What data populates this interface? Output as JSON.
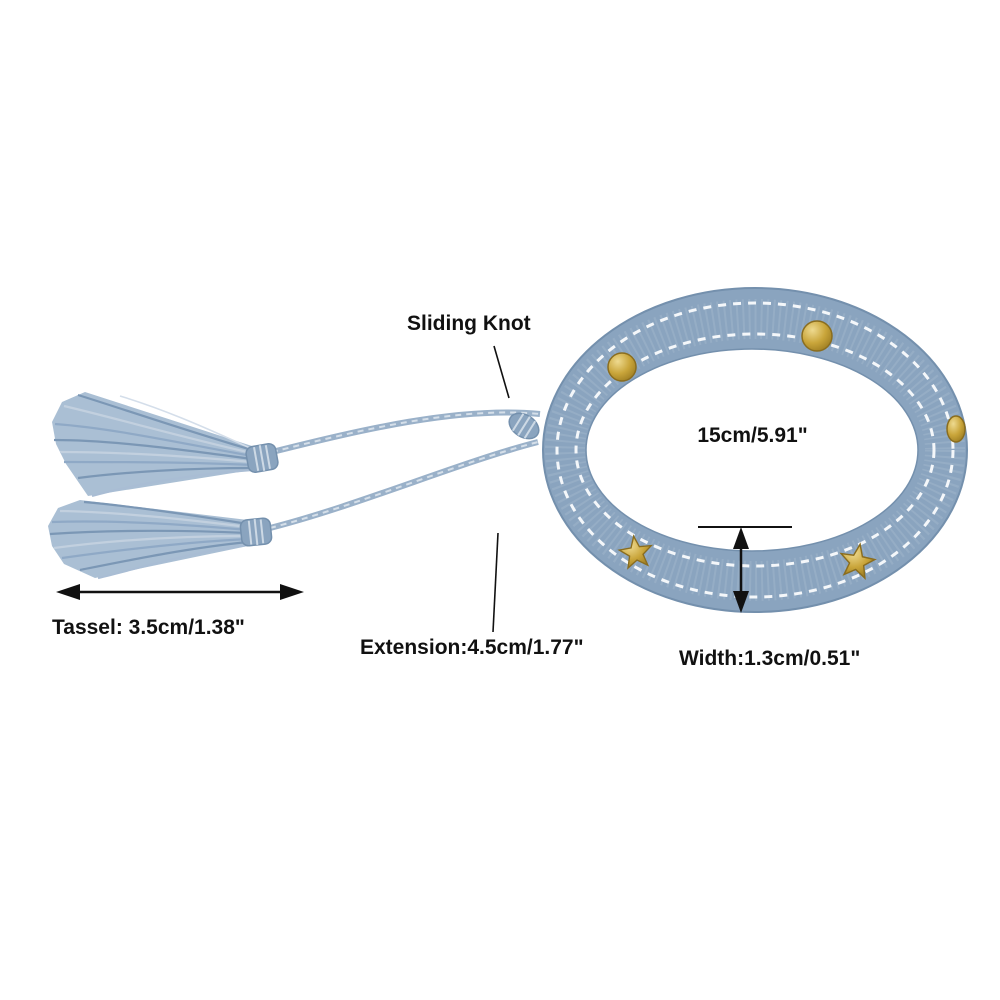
{
  "page": {
    "background": "#ffffff",
    "description": "Product dimension diagram of a light blue woven bracelet with gold studs and tassels"
  },
  "product": {
    "name": "woven-tassel-bracelet",
    "colors": {
      "band": "#8aa4bf",
      "band_edge": "#7490ad",
      "stitch": "#f4f7fa",
      "cord": "#9ab1c9",
      "cord_highlight": "#d5dfe9",
      "tassel_fill": "#aabfd4",
      "tassel_dark": "#7b97b5",
      "tassel_mid": "#8fa9c6",
      "tassel_light": "#c2d0df",
      "stud_gold": "#c9a53a",
      "stud_gold_dark": "#8a6d1f",
      "annotation": "#000000"
    }
  },
  "annotations": {
    "sliding_knot": "Sliding Knot",
    "inner_size": "15cm/5.91\"",
    "tassel": "Tassel: 3.5cm/1.38\"",
    "extension": "Extension:4.5cm/1.77\"",
    "width": "Width:1.3cm/0.51\""
  }
}
